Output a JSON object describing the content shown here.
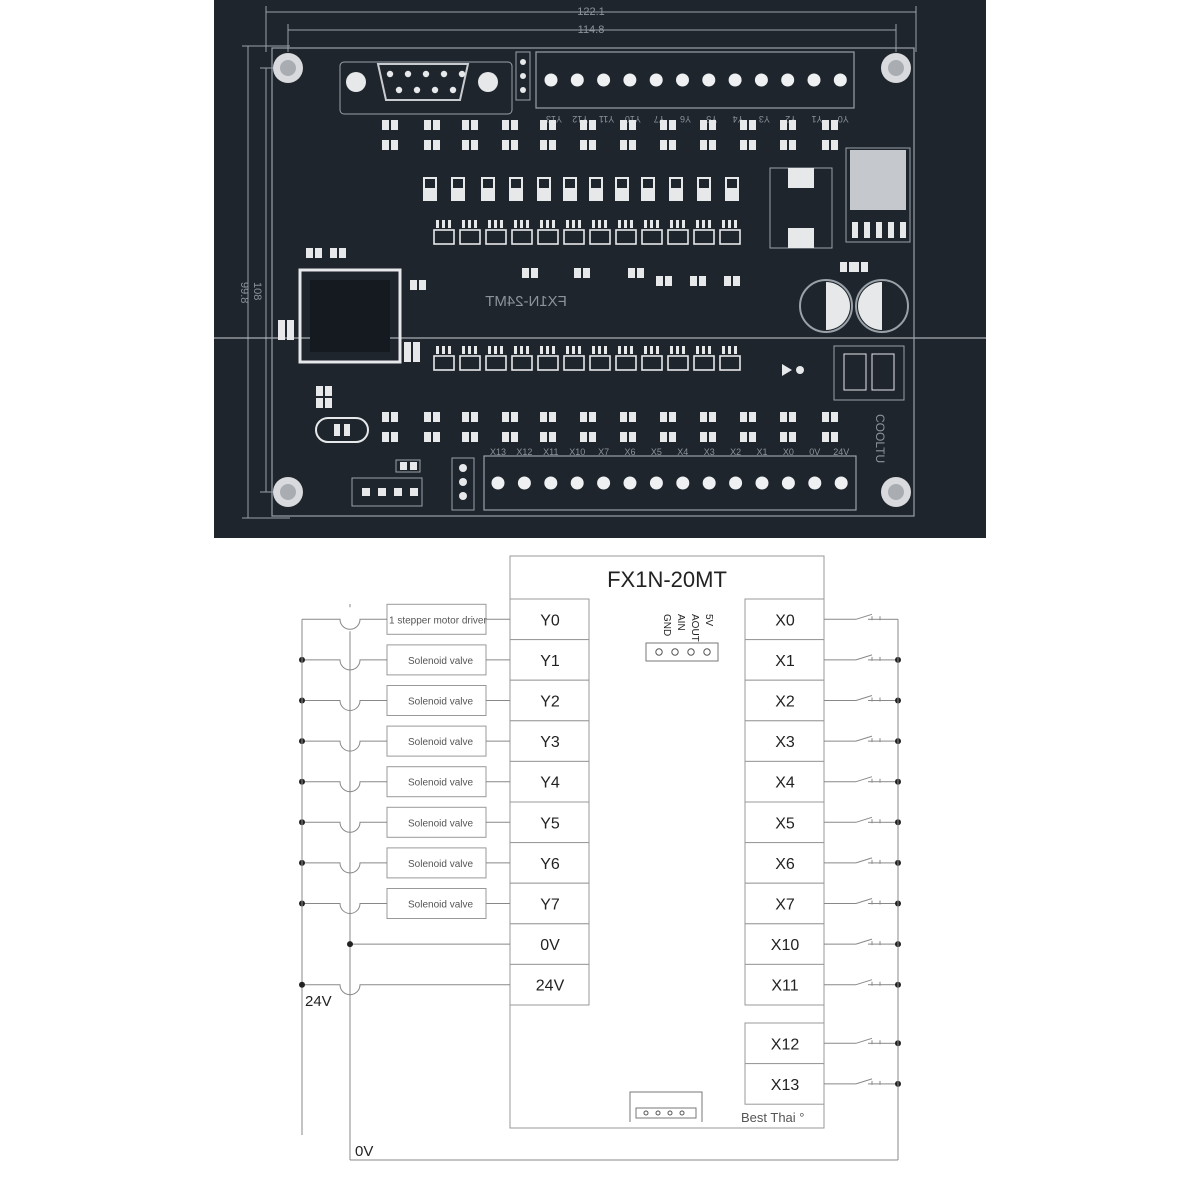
{
  "colors": {
    "pcb_background": "#1e252d",
    "pcb_line": "#9aa1a8",
    "schematic_line": "#888888",
    "schematic_text": "#222222"
  },
  "pcb": {
    "dimension_width_outer": "122.1",
    "dimension_width_inner": "114.8",
    "dimension_height_outer": "108",
    "dimension_height_inner": "99.8",
    "board_label": "FX1N-24MT",
    "brand_label": "COOLTU",
    "top_terminal_labels": [
      "Y13",
      "Y12",
      "Y11",
      "Y10",
      "Y7",
      "Y6",
      "Y5",
      "Y4",
      "Y3",
      "Y2",
      "Y1",
      "Y0"
    ],
    "bottom_terminal_labels": [
      "X13",
      "X12",
      "X11",
      "X10",
      "X7",
      "X6",
      "X5",
      "X4",
      "X3",
      "X2",
      "X1",
      "X0",
      "0V",
      "24V"
    ]
  },
  "schematic": {
    "title": "FX1N-20MT",
    "outputs": [
      "Y0",
      "Y1",
      "Y2",
      "Y3",
      "Y4",
      "Y5",
      "Y6",
      "Y7",
      "0V",
      "24V"
    ],
    "inputs": [
      "X0",
      "X1",
      "X2",
      "X3",
      "X4",
      "X5",
      "X6",
      "X7",
      "X10",
      "X11",
      "X12",
      "X13"
    ],
    "loads": [
      "1 stepper motor driver",
      "Solenoid valve",
      "Solenoid valve",
      "Solenoid valve",
      "Solenoid valve",
      "Solenoid valve",
      "Solenoid valve",
      "Solenoid valve"
    ],
    "analog_pins": [
      "5V",
      "AOUT",
      "AIN",
      "GND"
    ],
    "supply_24v_label": "24V",
    "supply_0v_label": "0V",
    "watermark": "Best Thai °"
  }
}
